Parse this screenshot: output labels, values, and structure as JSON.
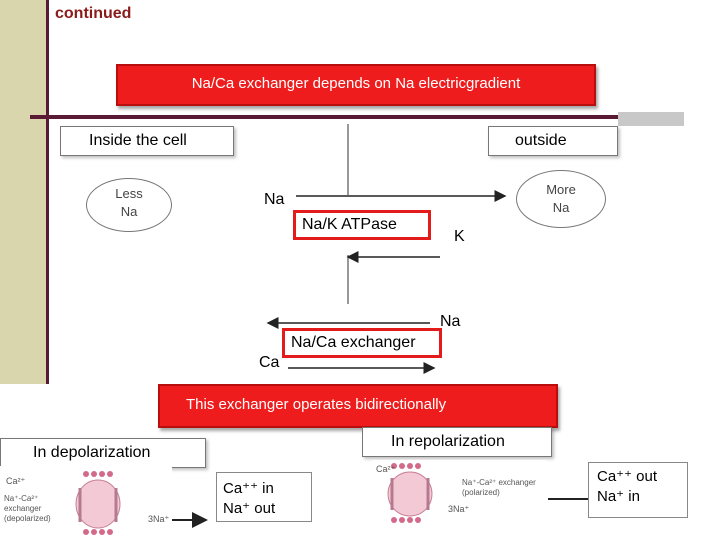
{
  "slide": {
    "title": "continued",
    "banner_top": "Na/Ca exchanger depends on Na electricgradient",
    "inside_label": "Inside the cell",
    "outside_label": "outside",
    "less_na": [
      "Less",
      "Na"
    ],
    "more_na": [
      "More",
      "Na"
    ],
    "na_top": "Na",
    "atpase": "Na/K ATPase",
    "k_label": "K",
    "na_mid": "Na",
    "exchanger": "Na/Ca exchanger",
    "ca_label": "Ca",
    "banner_bottom": "This exchanger operates bidirectionally",
    "depolarization_label": "In depolarization",
    "repolarization_label": "In repolarization",
    "depol_text": [
      "Ca⁺⁺ in",
      "Na⁺ out"
    ],
    "repol_text": [
      "Ca⁺⁺ out",
      "Na⁺ in"
    ],
    "img_left_caption": "Na⁺-Ca²⁺ exchanger (depolarized)",
    "img_right_caption": "Na⁺-Ca²⁺ exchanger (polarized)",
    "img_ca": "Ca²⁺",
    "img_na": "3Na⁺"
  },
  "colors": {
    "sidebar": "#d9d6ad",
    "accent": "#5b1a33",
    "banner": "#ee1c1c",
    "title": "#8b1a1a"
  }
}
